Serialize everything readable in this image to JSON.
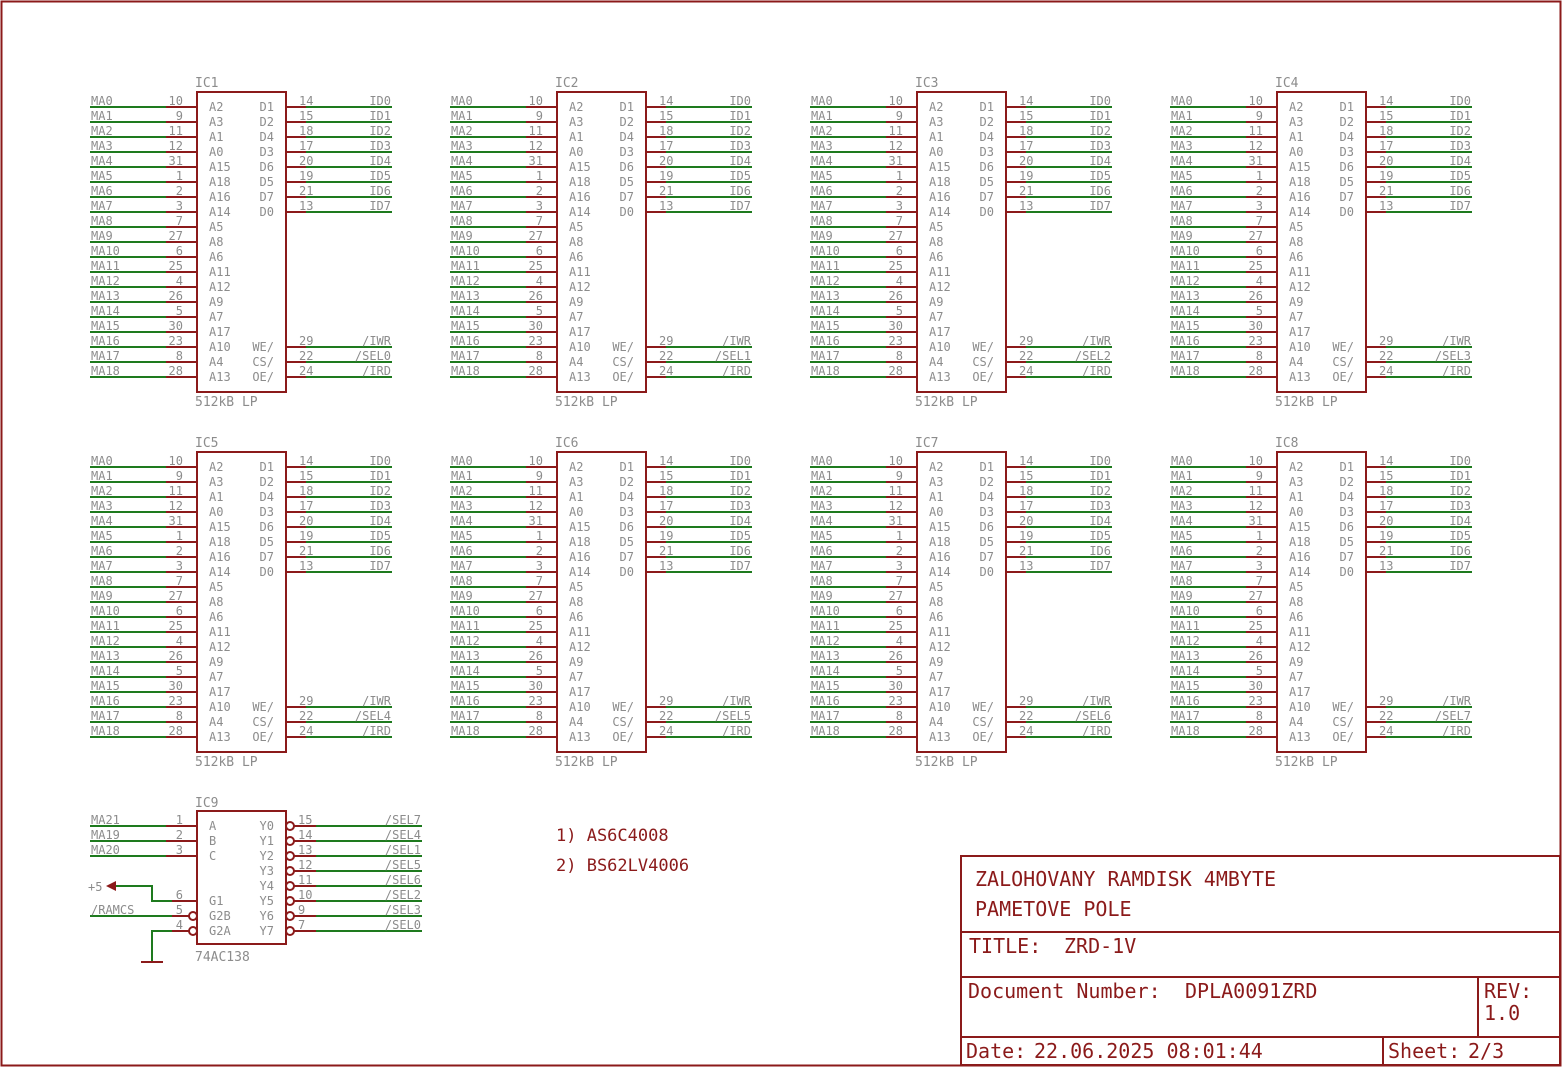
{
  "ram_chips": [
    {
      "ref": "IC1",
      "value": "512kB LP",
      "sel_net": "/SEL0"
    },
    {
      "ref": "IC2",
      "value": "512kB LP",
      "sel_net": "/SEL1"
    },
    {
      "ref": "IC3",
      "value": "512kB LP",
      "sel_net": "/SEL2"
    },
    {
      "ref": "IC4",
      "value": "512kB LP",
      "sel_net": "/SEL3"
    },
    {
      "ref": "IC5",
      "value": "512kB LP",
      "sel_net": "/SEL4"
    },
    {
      "ref": "IC6",
      "value": "512kB LP",
      "sel_net": "/SEL5"
    },
    {
      "ref": "IC7",
      "value": "512kB LP",
      "sel_net": "/SEL6"
    },
    {
      "ref": "IC8",
      "value": "512kB LP",
      "sel_net": "/SEL7"
    }
  ],
  "ram_left_pins": [
    {
      "net": "MA0",
      "pin": "10",
      "label": "A2"
    },
    {
      "net": "MA1",
      "pin": "9",
      "label": "A3"
    },
    {
      "net": "MA2",
      "pin": "11",
      "label": "A1"
    },
    {
      "net": "MA3",
      "pin": "12",
      "label": "A0"
    },
    {
      "net": "MA4",
      "pin": "31",
      "label": "A15"
    },
    {
      "net": "MA5",
      "pin": "1",
      "label": "A18"
    },
    {
      "net": "MA6",
      "pin": "2",
      "label": "A16"
    },
    {
      "net": "MA7",
      "pin": "3",
      "label": "A14"
    },
    {
      "net": "MA8",
      "pin": "7",
      "label": "A5"
    },
    {
      "net": "MA9",
      "pin": "27",
      "label": "A8"
    },
    {
      "net": "MA10",
      "pin": "6",
      "label": "A6"
    },
    {
      "net": "MA11",
      "pin": "25",
      "label": "A11"
    },
    {
      "net": "MA12",
      "pin": "4",
      "label": "A12"
    },
    {
      "net": "MA13",
      "pin": "26",
      "label": "A9"
    },
    {
      "net": "MA14",
      "pin": "5",
      "label": "A7"
    },
    {
      "net": "MA15",
      "pin": "30",
      "label": "A17"
    },
    {
      "net": "MA16",
      "pin": "23",
      "label": "A10"
    },
    {
      "net": "MA17",
      "pin": "8",
      "label": "A4"
    },
    {
      "net": "MA18",
      "pin": "28",
      "label": "A13"
    }
  ],
  "ram_data_pins": [
    {
      "label": "D1",
      "pin": "14",
      "net": "ID0"
    },
    {
      "label": "D2",
      "pin": "15",
      "net": "ID1"
    },
    {
      "label": "D4",
      "pin": "18",
      "net": "ID2"
    },
    {
      "label": "D3",
      "pin": "17",
      "net": "ID3"
    },
    {
      "label": "D6",
      "pin": "20",
      "net": "ID4"
    },
    {
      "label": "D5",
      "pin": "19",
      "net": "ID5"
    },
    {
      "label": "D7",
      "pin": "21",
      "net": "ID6"
    },
    {
      "label": "D0",
      "pin": "13",
      "net": "ID7"
    }
  ],
  "ram_ctrl_pins": [
    {
      "label": "WE/",
      "pin": "29",
      "net": "/IWR"
    },
    {
      "label": "CS/",
      "pin": "22",
      "net": ""
    },
    {
      "label": "OE/",
      "pin": "24",
      "net": "/IRD"
    }
  ],
  "decoder": {
    "ref": "IC9",
    "value": "74AC138",
    "inputs": [
      {
        "net": "MA21",
        "pin": "1",
        "label": "A"
      },
      {
        "net": "MA19",
        "pin": "2",
        "label": "B"
      },
      {
        "net": "MA20",
        "pin": "3",
        "label": "C"
      }
    ],
    "enables": [
      {
        "net": "",
        "pin": "6",
        "label": "G1"
      },
      {
        "net": "/RAMCS",
        "pin": "5",
        "label": "G2B"
      },
      {
        "net": "",
        "pin": "4",
        "label": "G2A"
      }
    ],
    "supply_label": "+5",
    "outputs": [
      {
        "label": "Y0",
        "pin": "15",
        "net": "/SEL7"
      },
      {
        "label": "Y1",
        "pin": "14",
        "net": "/SEL4"
      },
      {
        "label": "Y2",
        "pin": "13",
        "net": "/SEL1"
      },
      {
        "label": "Y3",
        "pin": "12",
        "net": "/SEL5"
      },
      {
        "label": "Y4",
        "pin": "11",
        "net": "/SEL6"
      },
      {
        "label": "Y5",
        "pin": "10",
        "net": "/SEL2"
      },
      {
        "label": "Y6",
        "pin": "9",
        "net": "/SEL3"
      },
      {
        "label": "Y7",
        "pin": "7",
        "net": "/SEL0"
      }
    ]
  },
  "notes": [
    "1) AS6C4008",
    "2) BS62LV4006"
  ],
  "title_block": {
    "line1": "ZALOHOVANY RAMDISK 4MBYTE",
    "line2": "PAMETOVE POLE",
    "title_label": "TITLE:",
    "title_value": "ZRD-1V",
    "docnum_label": "Document Number:",
    "docnum_value": "DPLA0091ZRD",
    "rev_label": "REV:",
    "rev_value": "1.0",
    "date_label": "Date:",
    "date_value": "22.06.2025 08:01:44",
    "sheet_label": "Sheet:",
    "sheet_value": "2/3"
  },
  "colors": {
    "frame": "#8b1a1a",
    "wire": "#1e7a1e",
    "text": "#8c8c8c"
  }
}
